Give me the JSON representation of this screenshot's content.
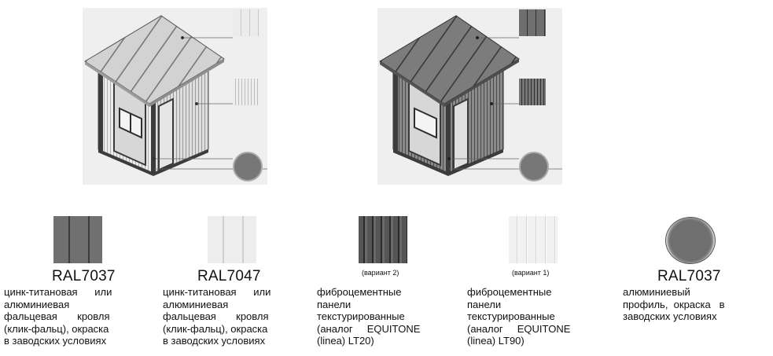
{
  "materials": [
    {
      "code": "RAL7037",
      "lines": [
        "цинк-титановая      или",
        "алюминиевая",
        "фальцевая       кровля",
        "(клик-фальц), окраска",
        "в заводских условиях"
      ]
    },
    {
      "code": "RAL7047",
      "lines": [
        "цинк-титановая      или",
        "алюминиевая",
        "фальцевая       кровля",
        "(клик-фальц), окраска",
        "в заводских условиях"
      ]
    },
    {
      "variant": "(вариант 2)",
      "lines": [
        "фиброцементные",
        "панели",
        "текстурированные",
        "(аналог     EQUITONE",
        "(linea) LT20)"
      ]
    },
    {
      "variant": "(вариант 1)",
      "lines": [
        "фиброцементные",
        "панели",
        "текстурированные",
        "(аналог     EQUITONE",
        "(linea) LT90)"
      ]
    },
    {
      "code": "RAL7037",
      "lines": [
        "алюминиевый",
        "профиль,  окраска   в",
        "заводских условиях"
      ]
    }
  ],
  "colors": {
    "dark_grey": "#6e6e6e",
    "light_grey": "#ececec",
    "frame": "#444444"
  },
  "illustrations": [
    {
      "name": "light-kiosk",
      "roof_color": "#cfcfcf",
      "wall_color": "#d8d8d8"
    },
    {
      "name": "dark-kiosk",
      "roof_color": "#7a7a7a",
      "wall_color": "#8a8a8a"
    }
  ]
}
